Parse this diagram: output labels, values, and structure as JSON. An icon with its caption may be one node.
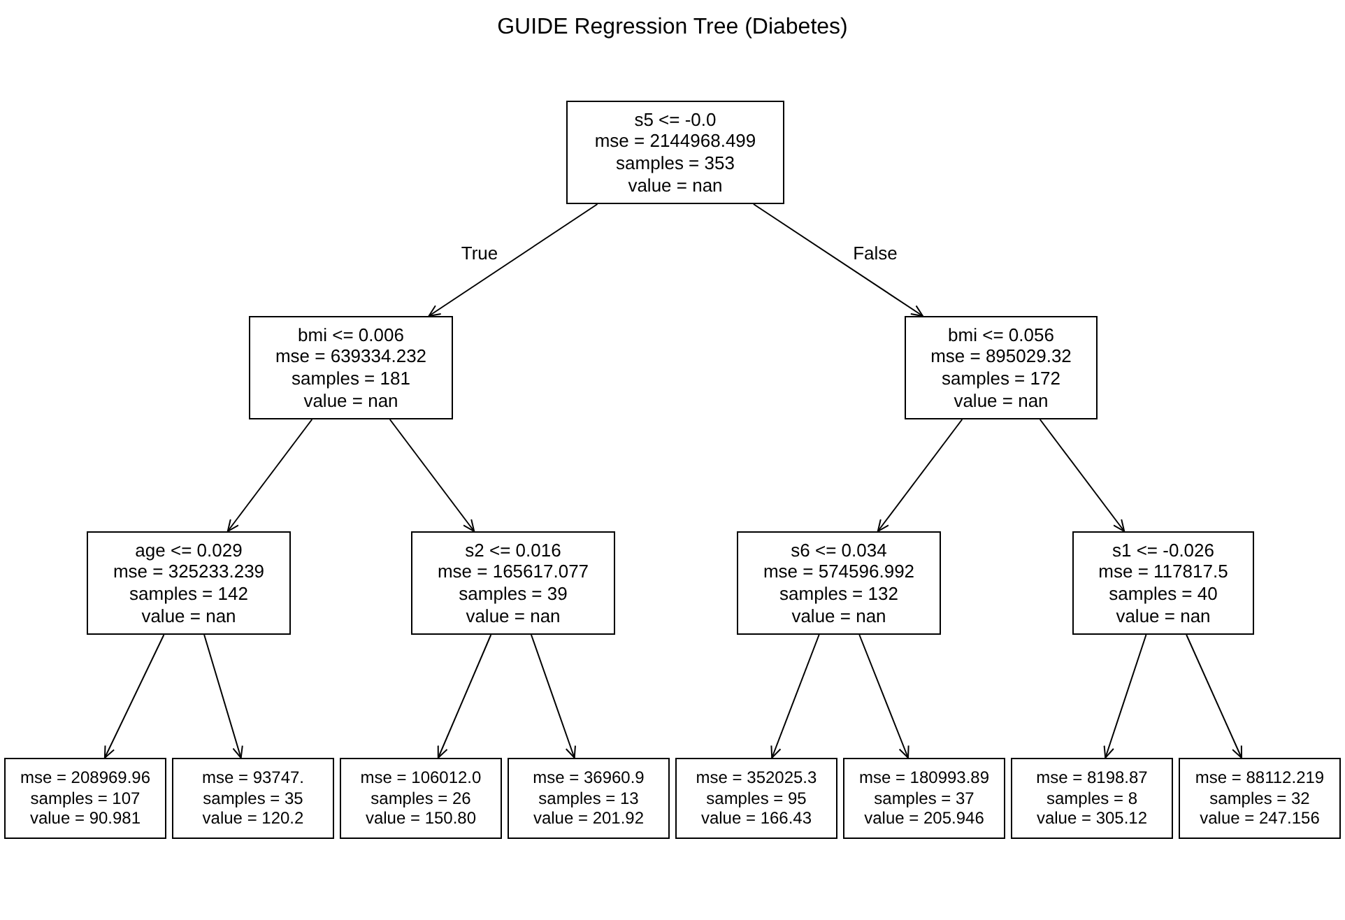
{
  "diagram": {
    "title": "GUIDE Regression Tree (Diabetes)",
    "nodes": [
      {
        "text": [
          "s5 <= -0.0",
          "mse = 2144968.499",
          "samples = 353",
          "value = nan"
        ]
      },
      {
        "text": [
          "bmi <= 0.006",
          "mse = 639334.232",
          "samples = 181",
          "value = nan"
        ]
      },
      {
        "text": [
          "bmi <= 0.056",
          "mse = 895029.32",
          "samples = 172",
          "value = nan"
        ]
      },
      {
        "text": [
          "age <= 0.029",
          "mse = 325233.239",
          "samples = 142",
          "value = nan"
        ]
      },
      {
        "text": [
          "s2 <= 0.016",
          "mse = 165617.077",
          "samples = 39",
          "value = nan"
        ]
      },
      {
        "text": [
          "s6 <= 0.034",
          "mse = 574596.992",
          "samples = 132",
          "value = nan"
        ]
      },
      {
        "text": [
          "s1 <= -0.026",
          "mse = 117817.5",
          "samples = 40",
          "value = nan"
        ]
      },
      {
        "text": [
          "mse = 208969.96",
          "samples = 107",
          "value = 90.981"
        ]
      },
      {
        "text": [
          "mse = 93747.",
          "samples = 35",
          "value = 120.2"
        ]
      },
      {
        "text": [
          "mse = 106012.0",
          "samples = 26",
          "value = 150.80"
        ]
      },
      {
        "text": [
          "mse = 36960.9",
          "samples = 13",
          "value = 201.92"
        ]
      },
      {
        "text": [
          "mse = 352025.3",
          "samples = 95",
          "value = 166.43"
        ]
      },
      {
        "text": [
          "mse = 180993.89",
          "samples = 37",
          "value = 205.946"
        ]
      },
      {
        "text": [
          "mse = 8198.87",
          "samples = 8",
          "value = 305.12"
        ]
      },
      {
        "text": [
          "mse = 88112.219",
          "samples = 32",
          "value = 247.156"
        ]
      }
    ],
    "edges": [
      {
        "from": 0,
        "to": 1,
        "arrow": "to",
        "label": "True"
      },
      {
        "from": 0,
        "to": 2,
        "arrow": "to",
        "label": "False"
      },
      {
        "from": 1,
        "to": 3,
        "arrow": "to"
      },
      {
        "from": 1,
        "to": 4,
        "arrow": "to"
      },
      {
        "from": 2,
        "to": 5,
        "arrow": "to"
      },
      {
        "from": 2,
        "to": 6,
        "arrow": "to"
      },
      {
        "from": 3,
        "to": 7,
        "arrow": "to"
      },
      {
        "from": 3,
        "to": 8,
        "arrow": "to"
      },
      {
        "from": 4,
        "to": 9,
        "arrow": "to"
      },
      {
        "from": 4,
        "to": 10,
        "arrow": "to"
      },
      {
        "from": 5,
        "to": 11,
        "arrow": "to"
      },
      {
        "from": 5,
        "to": 12,
        "arrow": "to"
      },
      {
        "from": 6,
        "to": 13,
        "arrow": "to"
      },
      {
        "from": 6,
        "to": 14,
        "arrow": "to"
      }
    ]
  }
}
